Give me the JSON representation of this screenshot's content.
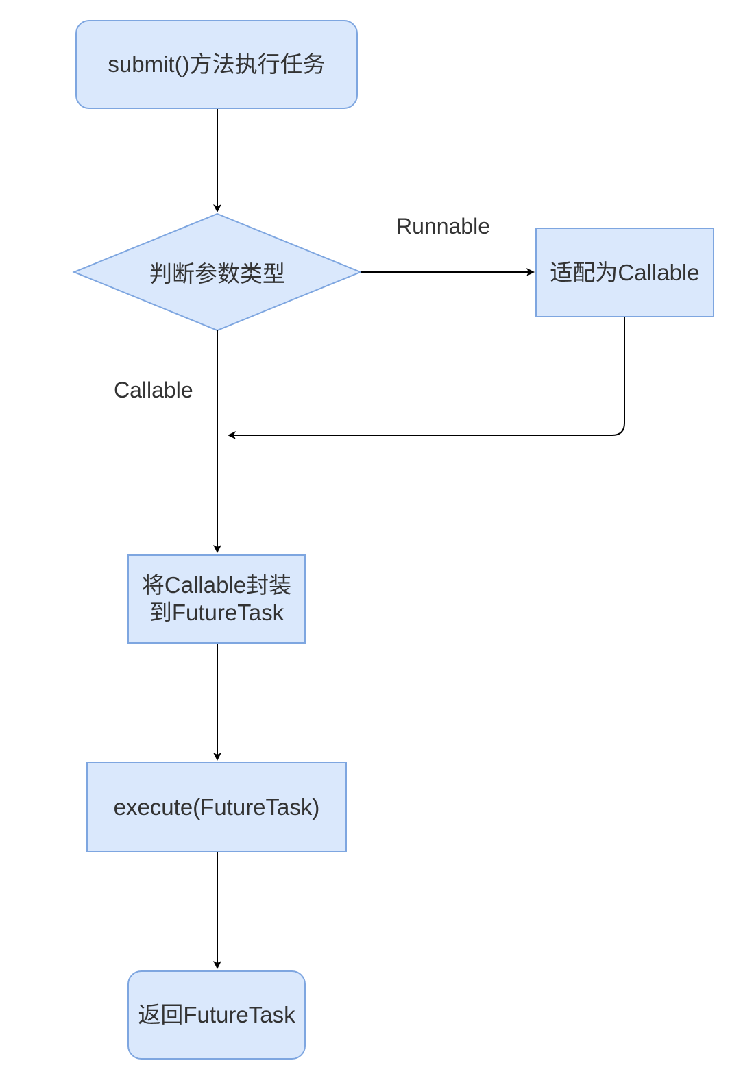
{
  "diagram": {
    "nodes": {
      "submit": {
        "label": "submit()方法执行任务",
        "shape": "rounded-rect"
      },
      "judge": {
        "label": "判断参数类型",
        "shape": "diamond"
      },
      "adapt": {
        "label": "适配为Callable",
        "shape": "rect"
      },
      "wrap": {
        "line1": "将Callable封装",
        "line2": "到FutureTask",
        "shape": "rect"
      },
      "execute": {
        "label": "execute(FutureTask)",
        "shape": "rect"
      },
      "return": {
        "label": "返回FutureTask",
        "shape": "rounded-rect"
      }
    },
    "edges": {
      "runnable_label": "Runnable",
      "callable_label": "Callable"
    },
    "colors": {
      "node_fill": "#dae8fc",
      "node_stroke": "#7ea6e0",
      "edge_stroke": "#000000",
      "text": "#333333"
    }
  }
}
